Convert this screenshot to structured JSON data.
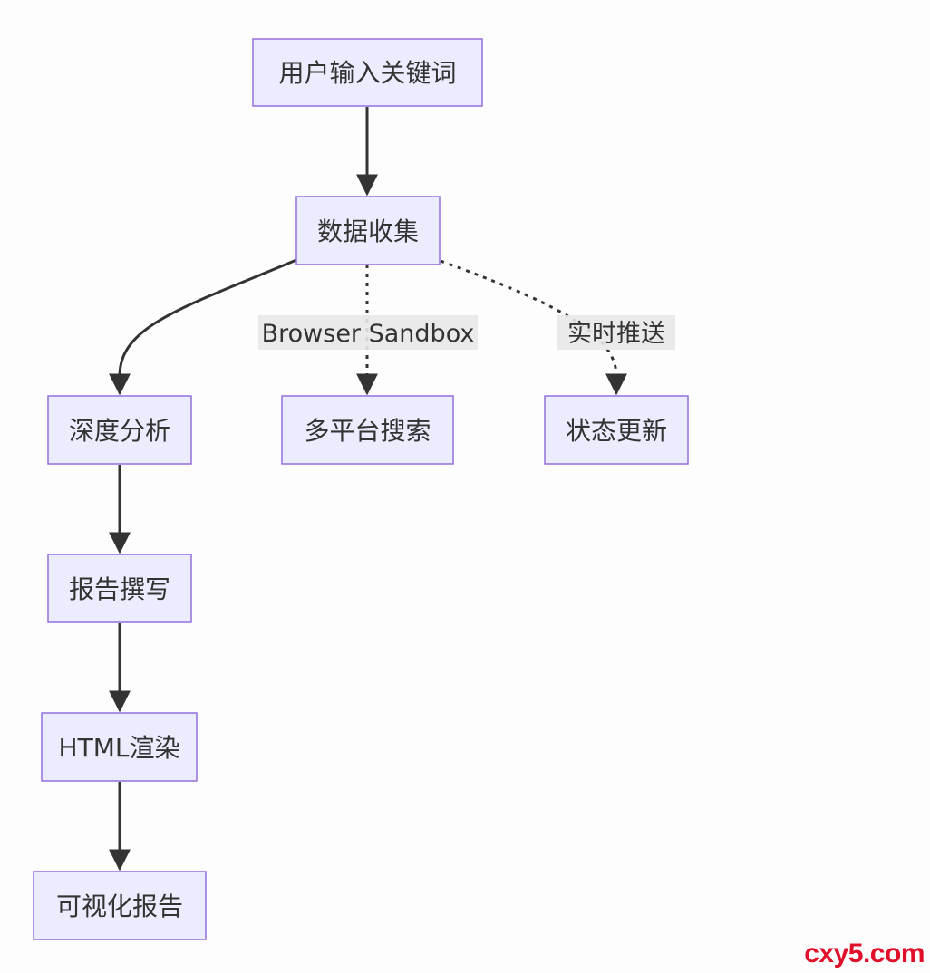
{
  "diagram": {
    "type": "flowchart",
    "nodes": {
      "input": "用户输入关键词",
      "collect": "数据收集",
      "analyze": "深度分析",
      "search": "多平台搜索",
      "status": "状态更新",
      "write": "报告撰写",
      "render": "HTML渲染",
      "report": "可视化报告"
    },
    "edges": [
      {
        "from": "input",
        "to": "collect",
        "style": "solid"
      },
      {
        "from": "collect",
        "to": "analyze",
        "style": "solid"
      },
      {
        "from": "collect",
        "to": "search",
        "style": "dotted",
        "label": "Browser Sandbox"
      },
      {
        "from": "collect",
        "to": "status",
        "style": "dotted",
        "label": "实时推送"
      },
      {
        "from": "analyze",
        "to": "write",
        "style": "solid"
      },
      {
        "from": "write",
        "to": "render",
        "style": "solid"
      },
      {
        "from": "render",
        "to": "report",
        "style": "solid"
      }
    ],
    "colors": {
      "node_fill": "#ececff",
      "node_border": "#9370db",
      "edge": "#333333",
      "label_bg": "#e8e8e8"
    }
  },
  "watermark": "cxy5.com"
}
